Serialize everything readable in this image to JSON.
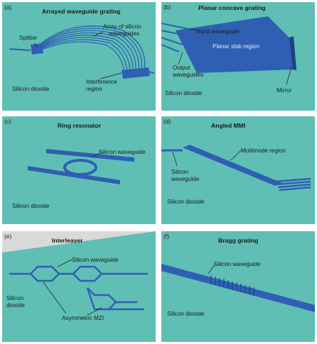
{
  "panels": {
    "a": {
      "letter": "(a)",
      "title": "Arrayed waveguide grating",
      "labels": {
        "splitter": "Splitter",
        "array": "Array of silicon",
        "array2": "waveguides",
        "interference": "Interference",
        "interference2": "region",
        "substrate": "Silicon dioxide"
      }
    },
    "b": {
      "letter": "(b)",
      "title": "Planar concave grating",
      "labels": {
        "input": "Input waveguide",
        "slab": "Planar slab region",
        "output": "Output",
        "output2": "waveguides",
        "mirror": "Mirror",
        "substrate": "Silicon dioxide"
      }
    },
    "c": {
      "letter": "(c)",
      "title": "Ring resonator",
      "labels": {
        "waveguide": "Silicon waveguide",
        "substrate": "Silicon dioxide"
      }
    },
    "d": {
      "letter": "(d)",
      "title": "Angled MMI",
      "labels": {
        "multimode": "Multimode region",
        "waveguide": "Silicon",
        "waveguide2": "waveguide",
        "substrate": "Silicon dioxide"
      }
    },
    "e": {
      "letter": "(e)",
      "title": "Interleaver",
      "labels": {
        "waveguide": "Silicon waveguide",
        "substrate": "Silicon",
        "substrate2": "dioxide",
        "mzi": "Asymmetric MZI"
      }
    },
    "f": {
      "letter": "(f)",
      "title": "Bragg grating",
      "labels": {
        "waveguide": "Silicon waveguide",
        "substrate": "Silicon dioxide"
      }
    }
  },
  "colors": {
    "substrate": "#5fbfb4",
    "silicon": "#2f5fb3",
    "silicon_dark": "#1f3f86"
  }
}
